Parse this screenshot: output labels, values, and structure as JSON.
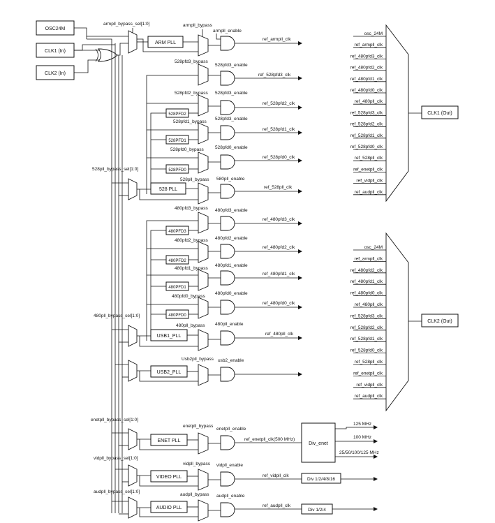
{
  "inputs": {
    "osc": "OSC24M",
    "clk1": "CLK1 (In)",
    "clk2": "CLK2 (In)"
  },
  "arm": {
    "sel": "armpll_bypass_sel[1:0]",
    "bypass": "armpll_bypass",
    "enable": "armpll_enable",
    "pll": "ARM PLL",
    "out": "ref_armpll_clk"
  },
  "pll528": {
    "sel": "528pll_bypass_sel[1:0]",
    "pll": "528 PLL",
    "bypass": "528pll_bypass",
    "enable": "580pll_enable",
    "out": "ref_528pll_clk",
    "pfds": [
      {
        "name": "528PFD2",
        "bypass": "528pfd2_bypass",
        "enable": "528pfd3_enable",
        "out": "ref_528pfd2_clk"
      },
      {
        "name": "528PFD1",
        "bypass": "528pfd1_bypass",
        "enable": "528pfd3_enable",
        "out": "ref_528pfd1_clk"
      },
      {
        "name": "528PFD0",
        "bypass": "528pfd0_bypass",
        "enable": "528pfd0_enable",
        "out": "ref_528pfd0_clk"
      }
    ],
    "pfd3": {
      "bypass": "528pfd3_bypass",
      "enable": "528pfd3_enable",
      "out": "ref_528pfd3_clk"
    }
  },
  "pll480": {
    "sel": "480pll_bypass_sel[1:0]",
    "pll": "USB1_PLL",
    "bypass": "480pll_bypass",
    "enable": "480pll_enable",
    "out": "ref_480pll_clk",
    "pfds": [
      {
        "name": "480PFD3",
        "bypass": "480pfd3_bypass",
        "enable": "480pfd3_enable",
        "out": "ref_480pfd3_clk"
      },
      {
        "name": "480PFD2",
        "bypass": "480pfd2_bypass",
        "enable": "480pfd2_enable",
        "out": "ref_480pfd2_clk"
      },
      {
        "name": "480PFD1",
        "bypass": "480pfd1_bypass",
        "enable": "480pfd1_enable",
        "out": "ref_480pfd1_clk"
      },
      {
        "name": "480PFD0",
        "bypass": "480pfd0_bypass",
        "enable": "480pfd0_enable",
        "out": "ref_480pfd0_clk"
      }
    ]
  },
  "usb2": {
    "pll": "USB2_PLL",
    "bypass": "Usb2pll_bypass",
    "enable": "usb2_enable"
  },
  "enet": {
    "sel": "enetpll_bypass_sel[1:0]",
    "pll": "ENET PLL",
    "bypass": "enetpll_bypass",
    "enable": "enetpll_enable",
    "out": "ref_enetpll_clk(500 MHz)",
    "div": "Div_enet",
    "outs": [
      "125 MHz",
      "100 MHz",
      "25/50/100/125 MHz"
    ]
  },
  "video": {
    "sel": "vidpll_bypass_sel[1:0]",
    "pll": "VIDEO PLL",
    "bypass": "vidpll_bypass",
    "enable": "vidpll_enable",
    "out": "ref_vidpll_clk",
    "div": "Div 1/2/4/8/16"
  },
  "audio": {
    "sel": "audpll_bypass_sel[1:0]",
    "pll": "AUDIO PLL",
    "bypass": "audpll_bypass",
    "enable": "audpll_enable",
    "out": "ref_audpll_clk",
    "div": "Div 1/2/4"
  },
  "clk1_mux": {
    "label": "CLK1 (Out)",
    "inputs": [
      "osc_24M",
      "ref_armpll_clk",
      "ref_480pfd3_clk",
      "ref_480pfd2_clk",
      "ref_480pfd1_clk",
      "ref_480pfd0_clk",
      "ref_480pll_clk",
      "ref_528pfd3_clk",
      "ref_528pfd2_clk",
      "ref_528pfd1_clk",
      "ref_528pfd0_clk",
      "ref_528pll_clk",
      "ref_enetpll_clk",
      "ref_vidpll_clk",
      "ref_audpll_clk"
    ]
  },
  "clk2_mux": {
    "label": "CLK2 (Out)",
    "inputs": [
      "osc_24M",
      "ref_armpll_clk",
      "ref_480pfd2_clk",
      "ref_480pfd1_clk",
      "ref_480pfd0_clk",
      "ref_480pll_clk",
      "ref_528pfd3_clk",
      "ref_528pfd2_clk",
      "ref_528pfd1_clk",
      "ref_528pfd0_clk",
      "ref_528pll_clk",
      "ref_enetpll_clk",
      "ref_vidpll_clk",
      "ref_audpll_clk"
    ]
  }
}
